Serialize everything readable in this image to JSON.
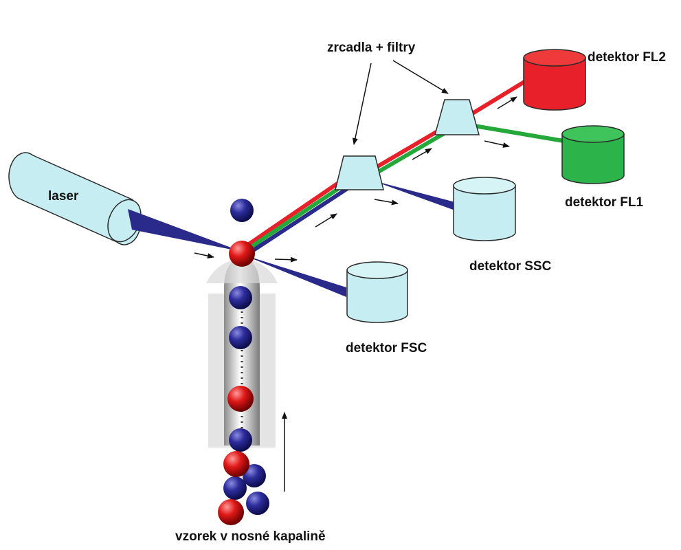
{
  "labels": {
    "laser": "laser",
    "mirrors_filters": "zrcadla + filtry",
    "detector_fl2": "detektor FL2",
    "detector_fl1": "detektor FL1",
    "detector_ssc": "detektor SSC",
    "detector_fsc": "detektor FSC",
    "sample": "vzorek v nosné kapalině"
  },
  "colors": {
    "laser_body": "#c6eef2",
    "outline": "#2b2b2b",
    "blue_beam": "#2a2a8a",
    "red_beam": "#e8202a",
    "green_beam": "#24a83a",
    "red_detector": "#e8202a",
    "green_detector": "#2cb34a",
    "light_detector": "#c6eef2",
    "particle_blue": "#2c2c9c",
    "particle_red": "#e01818"
  }
}
